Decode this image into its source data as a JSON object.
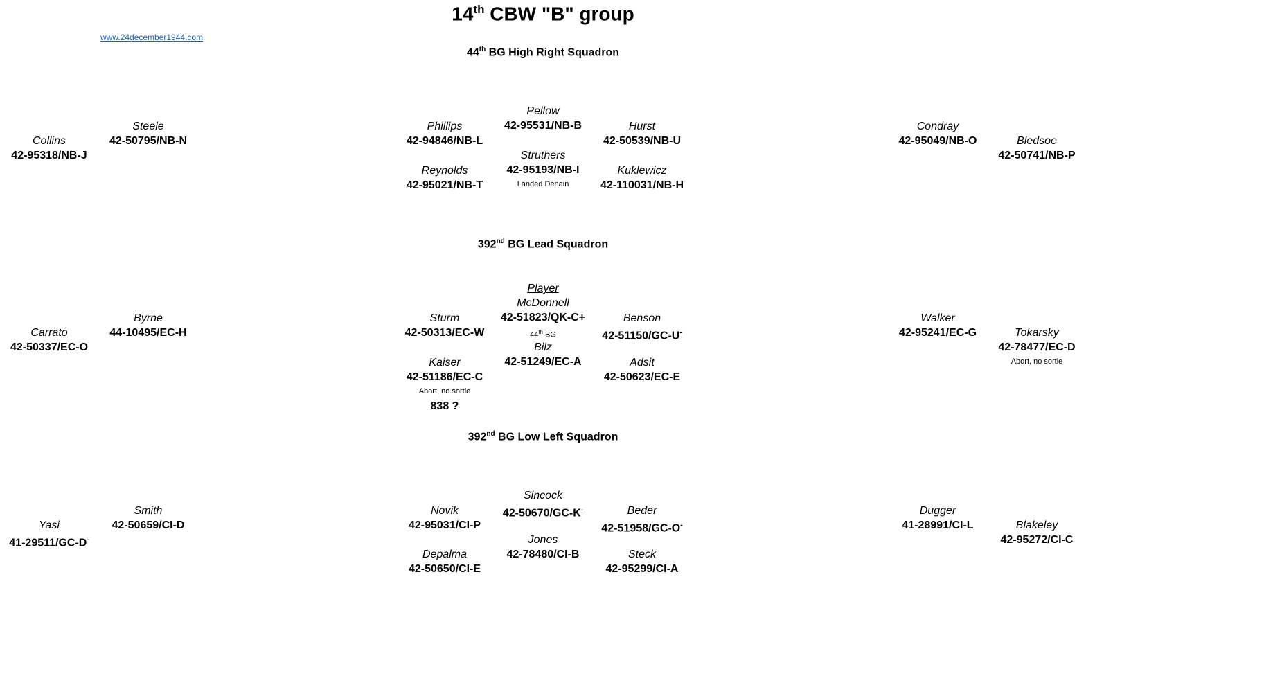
{
  "title": {
    "prefix": "14",
    "suffix": "th",
    "rest": " CBW \"B\" group"
  },
  "link": "www.24december1944.com",
  "squadrons": [
    {
      "num": "44",
      "suf": "th",
      "label": " BG High Right Squadron",
      "planes": {
        "far_left": {
          "pilot": "Collins",
          "serial": "42-95318/NB-J"
        },
        "left": {
          "pilot": "Steele",
          "serial": "42-50795/NB-N"
        },
        "lead": {
          "pilot": "Pellow",
          "serial": "42-95531/NB-B"
        },
        "left_wing": {
          "pilot": "Phillips",
          "serial": "42-94846/NB-L"
        },
        "right_wing": {
          "pilot": "Hurst",
          "serial": "42-50539/NB-U"
        },
        "center2": {
          "pilot": "Struthers",
          "serial": "42-95193/NB-I",
          "note": "Landed Denain"
        },
        "left2": {
          "pilot": "Reynolds",
          "serial": "42-95021/NB-T"
        },
        "right2": {
          "pilot": "Kuklewicz",
          "serial": "42-110031/NB-H"
        },
        "right": {
          "pilot": "Condray",
          "serial": "42-95049/NB-O"
        },
        "far_right": {
          "pilot": "Bledsoe",
          "serial": "42-50741/NB-P"
        }
      }
    },
    {
      "num": "392",
      "suf": "nd",
      "label": " BG Lead Squadron",
      "planes": {
        "far_left": {
          "pilot": "Carrato",
          "serial": "42-50337/EC-O"
        },
        "left": {
          "pilot": "Byrne",
          "serial": "44-10495/EC-H"
        },
        "lead": {
          "pilot_top": "Player",
          "pilot": "McDonnell",
          "serial": "42-51823/QK-C+",
          "note_num": "44",
          "note_suf": "th",
          "note_rest": " BG"
        },
        "left_wing": {
          "pilot": "Sturm",
          "serial": "42-50313/EC-W"
        },
        "right_wing": {
          "pilot": "Benson",
          "serial": "42-51150/GC-U",
          "sup": "-"
        },
        "center2": {
          "pilot": "Bilz",
          "serial": "42-51249/EC-A"
        },
        "left2": {
          "pilot": "Kaiser",
          "serial": "42-51186/EC-C",
          "note": "Abort, no sortie",
          "extra": "838 ?"
        },
        "right2": {
          "pilot": "Adsit",
          "serial": "42-50623/EC-E"
        },
        "right": {
          "pilot": "Walker",
          "serial": "42-95241/EC-G"
        },
        "far_right": {
          "pilot": "Tokarsky",
          "serial": "42-78477/EC-D",
          "note": "Abort, no sortie"
        }
      }
    },
    {
      "num": "392",
      "suf": "nd",
      "label": " BG Low Left Squadron",
      "planes": {
        "far_left": {
          "pilot": "Yasi",
          "serial": "41-29511/GC-D",
          "sup": "-"
        },
        "left": {
          "pilot": "Smith",
          "serial": "42-50659/CI-D"
        },
        "lead": {
          "pilot": "Sincock",
          "serial": "42-50670/GC-K",
          "sup": "-"
        },
        "left_wing": {
          "pilot": "Novik",
          "serial": "42-95031/CI-P"
        },
        "right_wing": {
          "pilot": "Beder",
          "serial": "42-51958/GC-O",
          "sup": "-"
        },
        "center2": {
          "pilot": "Jones",
          "serial": "42-78480/CI-B"
        },
        "left2": {
          "pilot": "Depalma",
          "serial": "42-50650/CI-E"
        },
        "right2": {
          "pilot": "Steck",
          "serial": "42-95299/CI-A"
        },
        "right": {
          "pilot": "Dugger",
          "serial": "41-28991/CI-L"
        },
        "far_right": {
          "pilot": "Blakeley",
          "serial": "42-95272/CI-C"
        }
      }
    }
  ]
}
